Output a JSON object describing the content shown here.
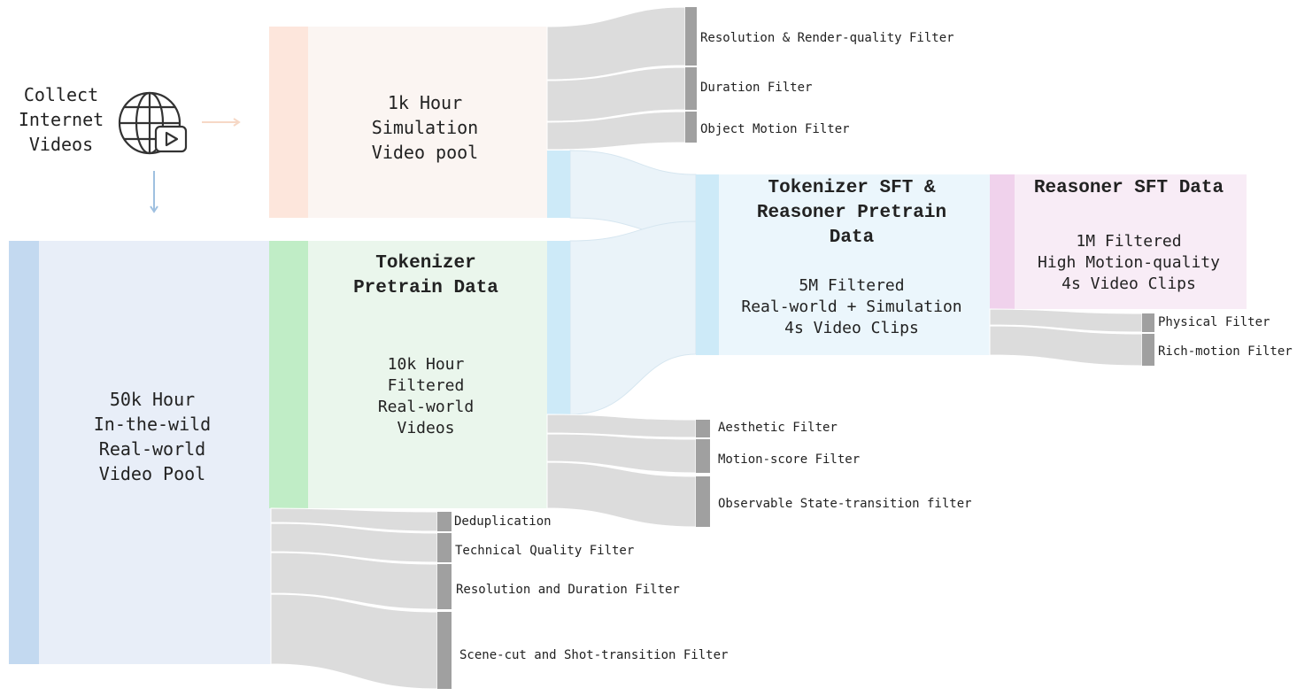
{
  "source": {
    "lines": [
      "Collect",
      "Internet",
      "Videos"
    ]
  },
  "icon": "globe-video-icon",
  "colors": {
    "sim_bar": "#fde6dc",
    "sim_fill": "#fbf5f2",
    "wild_bar": "#c3d9f0",
    "wild_fill": "#e8eef8",
    "tok_bar": "#c0edc6",
    "tok_fill": "#eaf6ec",
    "sft_bar": "#cdeaf8",
    "sft_fill": "#ebf6fc",
    "reas_bar": "#f0d2ec",
    "reas_fill": "#f8ecf6",
    "filter_band": "#dcdcdc",
    "filter_bar": "#a0a0a0",
    "arrow_orange": "#f6d8c6",
    "arrow_blue": "#9fc0e0"
  },
  "nodes": {
    "sim_pool": {
      "lines": [
        "1k Hour",
        "Simulation",
        "Video pool"
      ]
    },
    "wild_pool": {
      "lines": [
        "50k Hour",
        "In-the-wild",
        "Real-world",
        "Video Pool"
      ]
    },
    "tokenizer_pretrain": {
      "title": [
        "Tokenizer",
        "Pretrain Data"
      ],
      "desc": [
        "10k Hour",
        "Filtered",
        "Real-world",
        "Videos"
      ]
    },
    "tokenizer_sft": {
      "title": [
        "Tokenizer SFT &",
        "Reasoner Pretrain",
        "Data"
      ],
      "desc": [
        "5M Filtered",
        "Real-world + Simulation",
        "4s Video Clips"
      ]
    },
    "reasoner_sft": {
      "title": [
        "Reasoner SFT Data"
      ],
      "desc": [
        "1M Filtered",
        "High Motion-quality",
        "4s Video Clips"
      ]
    }
  },
  "filters": {
    "sim": [
      "Resolution & Render-quality Filter",
      "Duration Filter",
      "Object Motion Filter"
    ],
    "wild": [
      "Deduplication",
      "Technical Quality Filter",
      "Resolution and Duration Filter",
      "Scene-cut and Shot-transition Filter"
    ],
    "tokenizer": [
      "Aesthetic Filter",
      "Motion-score Filter",
      "Observable State-transition filter"
    ],
    "sft": [
      "Physical Filter",
      "Rich-motion Filter"
    ]
  }
}
